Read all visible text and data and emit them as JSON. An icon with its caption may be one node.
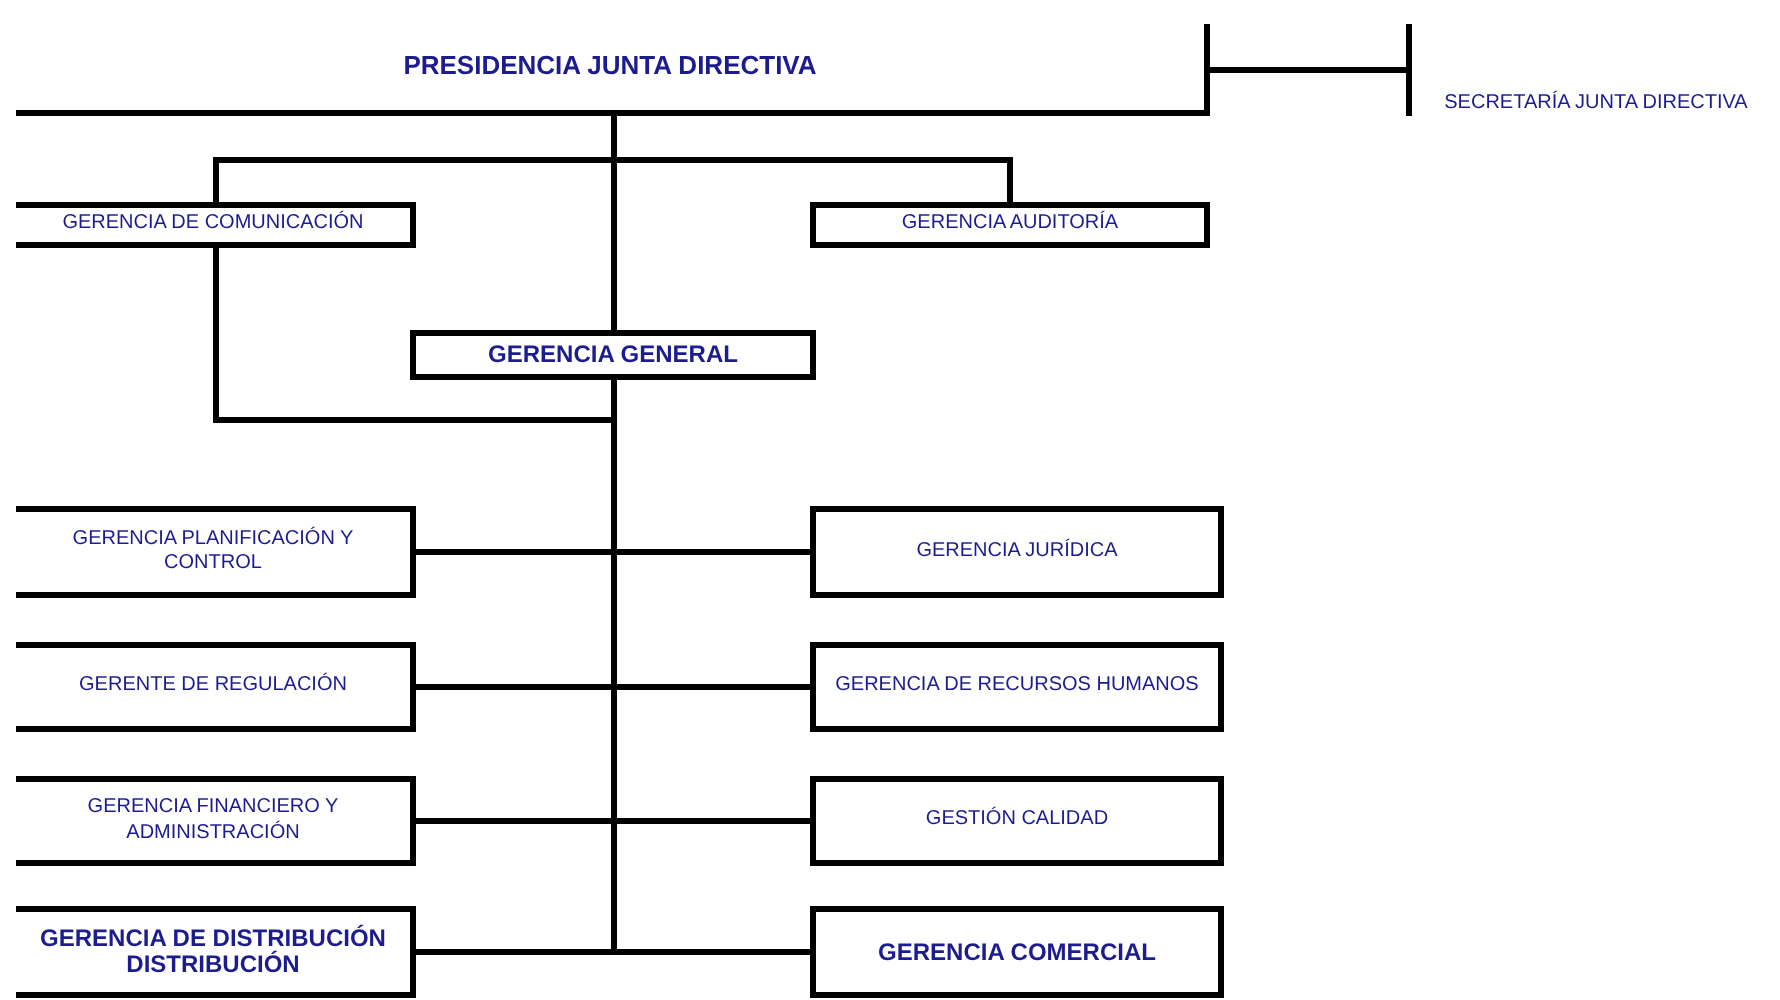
{
  "diagram": {
    "nodes": [
      {
        "text": [
          "PRESIDENCIA JUNTA DIRECTIVA"
        ]
      },
      {
        "text": [
          "SECRETARÍA JUNTA DIRECTIVA"
        ]
      },
      {
        "text": [
          "GERENCIA DE COMUNICACIÓN"
        ]
      },
      {
        "text": [
          "GERENCIA AUDITORÍA"
        ]
      },
      {
        "text": [
          "GERENCIA GENERAL"
        ]
      },
      {
        "text": [
          "GERENCIA PLANIFICACIÓN Y CONTROL"
        ]
      },
      {
        "text": [
          "GERENCIA JURÍDICA"
        ]
      },
      {
        "text": [
          "GERENTE DE REGULACIÓN"
        ]
      },
      {
        "text": [
          "GERENCIA DE RECURSOS HUMANOS"
        ]
      },
      {
        "text": [
          "GERENCIA FINANCIERO Y ADMINISTRACIÓN"
        ]
      },
      {
        "text": [
          "GESTIÓN CALIDAD"
        ]
      },
      {
        "text": [
          "GERENCIA DE DISTRIBUCIÓN DISTRIBUCIÓN"
        ]
      },
      {
        "text": [
          "GERENCIA COMERCIAL"
        ]
      }
    ],
    "edges": [
      {
        "from": 0,
        "to": 1,
        "arrow": "none"
      },
      {
        "from": 0,
        "to": 2,
        "arrow": "none"
      },
      {
        "from": 0,
        "to": 3,
        "arrow": "none"
      },
      {
        "from": 0,
        "to": 4,
        "arrow": "none"
      },
      {
        "from": 2,
        "to": 4,
        "arrow": "none"
      },
      {
        "from": 4,
        "to": 5,
        "arrow": "none"
      },
      {
        "from": 4,
        "to": 6,
        "arrow": "none"
      },
      {
        "from": 4,
        "to": 7,
        "arrow": "none"
      },
      {
        "from": 4,
        "to": 8,
        "arrow": "none"
      },
      {
        "from": 4,
        "to": 9,
        "arrow": "none"
      },
      {
        "from": 4,
        "to": 10,
        "arrow": "none"
      },
      {
        "from": 4,
        "to": 11,
        "arrow": "none"
      },
      {
        "from": 4,
        "to": 12,
        "arrow": "none"
      }
    ]
  }
}
